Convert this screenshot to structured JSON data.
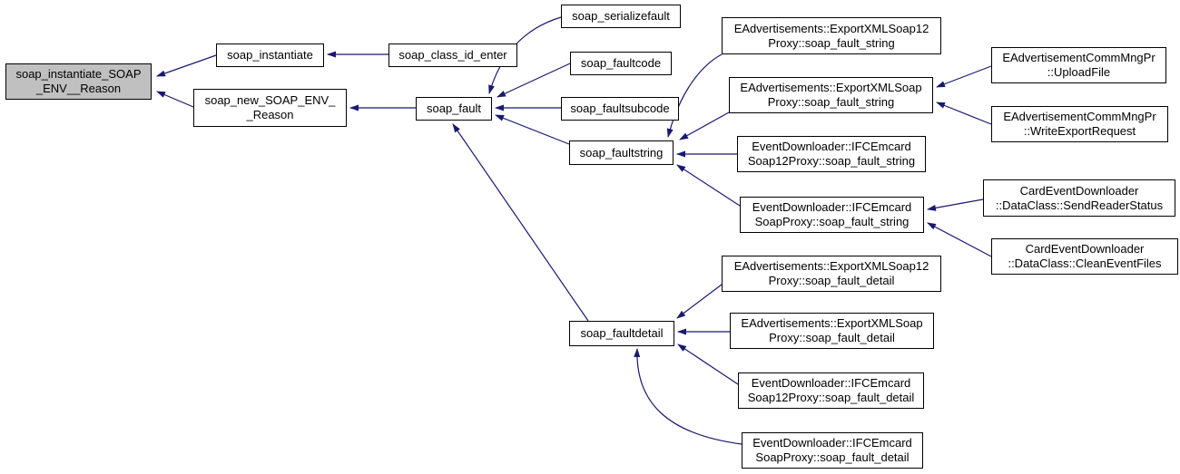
{
  "diagram": {
    "type": "call-graph",
    "colors": {
      "edge": "#191970",
      "node_border": "#000000",
      "node_fill": "#ffffff",
      "highlight_fill": "#c0c0c0",
      "background": "#ffffff"
    },
    "nodes": [
      {
        "id": "soap_instantiate_SOAP_ENV__Reason",
        "label": "soap_instantiate_SOAP\n_ENV__Reason",
        "highlighted": true
      },
      {
        "id": "soap_instantiate",
        "label": "soap_instantiate",
        "highlighted": false
      },
      {
        "id": "soap_new_SOAP_ENV__Reason",
        "label": "soap_new_SOAP_ENV_\n_Reason",
        "highlighted": false
      },
      {
        "id": "soap_class_id_enter",
        "label": "soap_class_id_enter",
        "highlighted": false
      },
      {
        "id": "soap_fault",
        "label": "soap_fault",
        "highlighted": false
      },
      {
        "id": "soap_serializefault",
        "label": "soap_serializefault",
        "highlighted": false
      },
      {
        "id": "soap_faultcode",
        "label": "soap_faultcode",
        "highlighted": false
      },
      {
        "id": "soap_faultsubcode",
        "label": "soap_faultsubcode",
        "highlighted": false
      },
      {
        "id": "soap_faultstring",
        "label": "soap_faultstring",
        "highlighted": false
      },
      {
        "id": "soap_faultdetail",
        "label": "soap_faultdetail",
        "highlighted": false
      },
      {
        "id": "EAdvertisements::ExportXMLSoap12Proxy::soap_fault_string",
        "label": "EAdvertisements::ExportXMLSoap12\nProxy::soap_fault_string",
        "highlighted": false
      },
      {
        "id": "EAdvertisements::ExportXMLSoapProxy::soap_fault_string",
        "label": "EAdvertisements::ExportXMLSoap\nProxy::soap_fault_string",
        "highlighted": false
      },
      {
        "id": "EventDownloader::IFCEmcardSoap12Proxy::soap_fault_string",
        "label": "EventDownloader::IFCEmcard\nSoap12Proxy::soap_fault_string",
        "highlighted": false
      },
      {
        "id": "EventDownloader::IFCEmcardSoapProxy::soap_fault_string",
        "label": "EventDownloader::IFCEmcard\nSoapProxy::soap_fault_string",
        "highlighted": false
      },
      {
        "id": "EAdvertisementCommMngPr::UploadFile",
        "label": "EAdvertisementCommMngPr\n::UploadFile",
        "highlighted": false
      },
      {
        "id": "EAdvertisementCommMngPr::WriteExportRequest",
        "label": "EAdvertisementCommMngPr\n::WriteExportRequest",
        "highlighted": false
      },
      {
        "id": "CardEventDownloader::DataClass::SendReaderStatus",
        "label": "CardEventDownloader\n::DataClass::SendReaderStatus",
        "highlighted": false
      },
      {
        "id": "CardEventDownloader::DataClass::CleanEventFiles",
        "label": "CardEventDownloader\n::DataClass::CleanEventFiles",
        "highlighted": false
      },
      {
        "id": "EAdvertisements::ExportXMLSoap12Proxy::soap_fault_detail",
        "label": "EAdvertisements::ExportXMLSoap12\nProxy::soap_fault_detail",
        "highlighted": false
      },
      {
        "id": "EAdvertisements::ExportXMLSoapProxy::soap_fault_detail",
        "label": "EAdvertisements::ExportXMLSoap\nProxy::soap_fault_detail",
        "highlighted": false
      },
      {
        "id": "EventDownloader::IFCEmcardSoap12Proxy::soap_fault_detail",
        "label": "EventDownloader::IFCEmcard\nSoap12Proxy::soap_fault_detail",
        "highlighted": false
      },
      {
        "id": "EventDownloader::IFCEmcardSoapProxy::soap_fault_detail",
        "label": "EventDownloader::IFCEmcard\nSoapProxy::soap_fault_detail",
        "highlighted": false
      }
    ],
    "edges": [
      {
        "from": "soap_instantiate",
        "to": "soap_instantiate_SOAP_ENV__Reason"
      },
      {
        "from": "soap_new_SOAP_ENV__Reason",
        "to": "soap_instantiate_SOAP_ENV__Reason"
      },
      {
        "from": "soap_class_id_enter",
        "to": "soap_instantiate"
      },
      {
        "from": "soap_fault",
        "to": "soap_new_SOAP_ENV__Reason"
      },
      {
        "from": "soap_serializefault",
        "to": "soap_fault"
      },
      {
        "from": "soap_faultcode",
        "to": "soap_fault"
      },
      {
        "from": "soap_faultsubcode",
        "to": "soap_fault"
      },
      {
        "from": "soap_faultstring",
        "to": "soap_fault"
      },
      {
        "from": "soap_faultdetail",
        "to": "soap_fault"
      },
      {
        "from": "EAdvertisements::ExportXMLSoap12Proxy::soap_fault_string",
        "to": "soap_faultstring"
      },
      {
        "from": "EAdvertisements::ExportXMLSoapProxy::soap_fault_string",
        "to": "soap_faultstring"
      },
      {
        "from": "EventDownloader::IFCEmcardSoap12Proxy::soap_fault_string",
        "to": "soap_faultstring"
      },
      {
        "from": "EventDownloader::IFCEmcardSoapProxy::soap_fault_string",
        "to": "soap_faultstring"
      },
      {
        "from": "EAdvertisementCommMngPr::UploadFile",
        "to": "EAdvertisements::ExportXMLSoapProxy::soap_fault_string"
      },
      {
        "from": "EAdvertisementCommMngPr::WriteExportRequest",
        "to": "EAdvertisements::ExportXMLSoapProxy::soap_fault_string"
      },
      {
        "from": "CardEventDownloader::DataClass::SendReaderStatus",
        "to": "EventDownloader::IFCEmcardSoapProxy::soap_fault_string"
      },
      {
        "from": "CardEventDownloader::DataClass::CleanEventFiles",
        "to": "EventDownloader::IFCEmcardSoapProxy::soap_fault_string"
      },
      {
        "from": "EAdvertisements::ExportXMLSoap12Proxy::soap_fault_detail",
        "to": "soap_faultdetail"
      },
      {
        "from": "EAdvertisements::ExportXMLSoapProxy::soap_fault_detail",
        "to": "soap_faultdetail"
      },
      {
        "from": "EventDownloader::IFCEmcardSoap12Proxy::soap_fault_detail",
        "to": "soap_faultdetail"
      },
      {
        "from": "EventDownloader::IFCEmcardSoapProxy::soap_fault_detail",
        "to": "soap_faultdetail"
      }
    ]
  }
}
